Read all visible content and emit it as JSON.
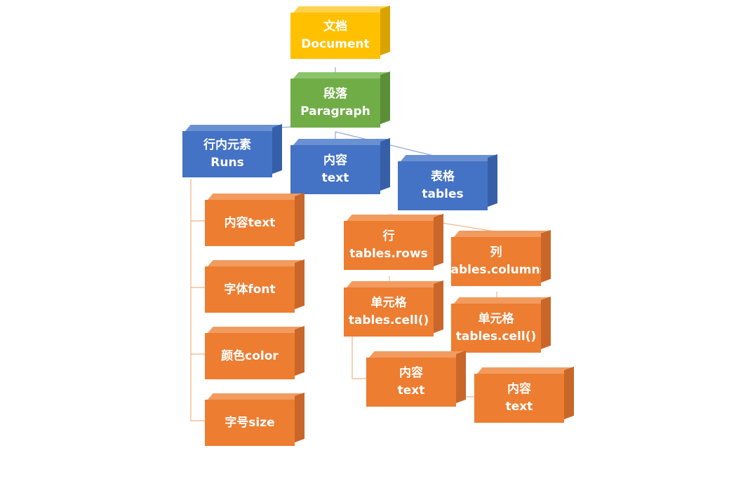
{
  "colors": {
    "yellow": "#ffc000",
    "green": "#70ad47",
    "blue": "#4472c4",
    "orange": "#ed7d31",
    "connector_blue": "#8faadc",
    "connector_orange": "#f4b183"
  },
  "nodes": {
    "document": {
      "zh": "文档",
      "en": "Document"
    },
    "paragraph": {
      "zh": "段落",
      "en": "Paragraph"
    },
    "runs": {
      "zh": "行内元素",
      "en": "Runs"
    },
    "text": {
      "zh": "内容",
      "en": "text"
    },
    "tables": {
      "zh": "表格",
      "en": "tables"
    },
    "run_text": {
      "label": "内容text"
    },
    "run_font": {
      "label": "字体font"
    },
    "run_color": {
      "label": "颜色color"
    },
    "run_size": {
      "label": "字号size"
    },
    "rows": {
      "zh": "行",
      "en": "tables.rows"
    },
    "columns": {
      "zh": "列",
      "en": "tables.columns"
    },
    "row_cell": {
      "zh": "单元格",
      "en": "tables.cell()"
    },
    "col_cell": {
      "zh": "单元格",
      "en": "tables.cell()"
    },
    "row_cell_text": {
      "zh": "内容",
      "en": "text"
    },
    "col_cell_text": {
      "zh": "内容",
      "en": "text"
    }
  }
}
